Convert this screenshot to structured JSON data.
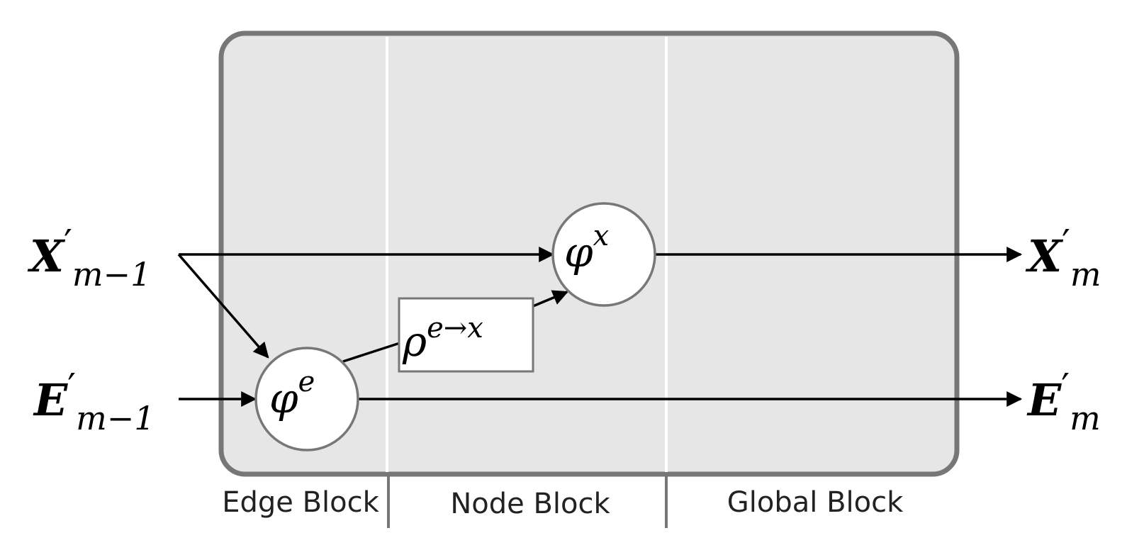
{
  "inputs": {
    "x": {
      "symbol": "X",
      "prime": "′",
      "subscript": "m−1"
    },
    "e": {
      "symbol": "E",
      "prime": "′",
      "subscript": "m−1"
    }
  },
  "outputs": {
    "x": {
      "symbol": "X",
      "prime": "′",
      "subscript": "m"
    },
    "e": {
      "symbol": "E",
      "prime": "′",
      "subscript": "m"
    }
  },
  "nodes": {
    "phi_e": {
      "base": "φ",
      "sup": "e"
    },
    "phi_x": {
      "base": "φ",
      "sup": "x"
    },
    "rho": {
      "base": "ρ",
      "sup": "e→x"
    }
  },
  "blocks": {
    "edge": "Edge Block",
    "node": "Node Block",
    "global": "Global Block"
  },
  "colors": {
    "panel_fill": "#e6e6e6",
    "panel_border": "#777777",
    "line": "#000000",
    "node_border": "#777777"
  }
}
